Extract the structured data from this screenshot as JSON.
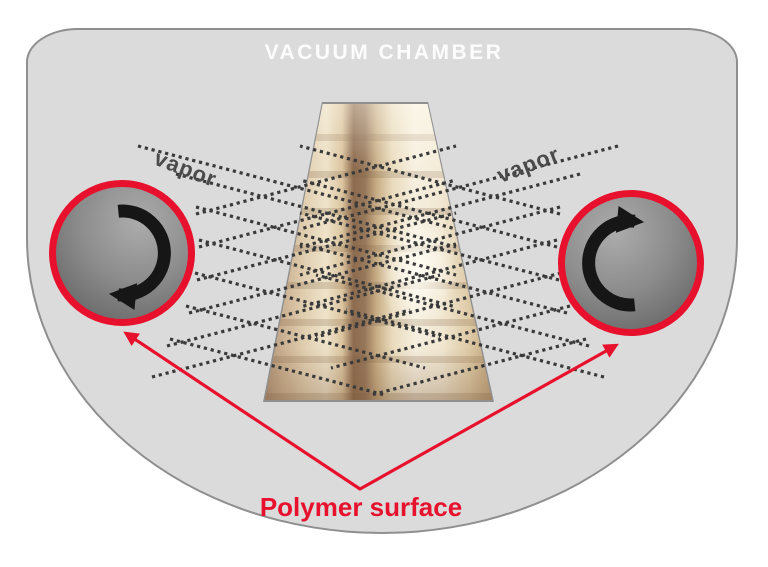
{
  "diagram": {
    "title": "VACUUM CHAMBER",
    "vapor_left": "vapor",
    "vapor_right": "vapor",
    "polymer_surface": "Polymer surface",
    "left_drum_rotation": "clockwise",
    "right_drum_rotation": "clockwise"
  },
  "icons": {
    "left_drum_arrow": "clockwise-rotation-arrow-icon",
    "right_drum_arrow": "clockwise-rotation-arrow-icon",
    "pointer_arrows": "red-v-pointer-arrows"
  },
  "colors": {
    "accent_red": "#e8112d",
    "chamber_fill": "#dbdbdb",
    "chamber_outline": "#8f8f8f",
    "dot_gray": "#3a3a3a",
    "label_gray": "#4a4a4a",
    "title_white": "#fcfcfc",
    "arrow_black": "#161616",
    "drum_light": "#acacac",
    "drum_dark": "#595959"
  }
}
